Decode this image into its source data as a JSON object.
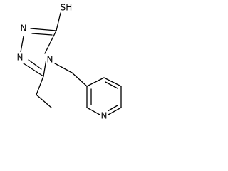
{
  "structure": {
    "labels": {
      "thiol": "SH",
      "n1": "N",
      "n2": "N",
      "n4": "N",
      "pyridine_n": "N"
    }
  }
}
